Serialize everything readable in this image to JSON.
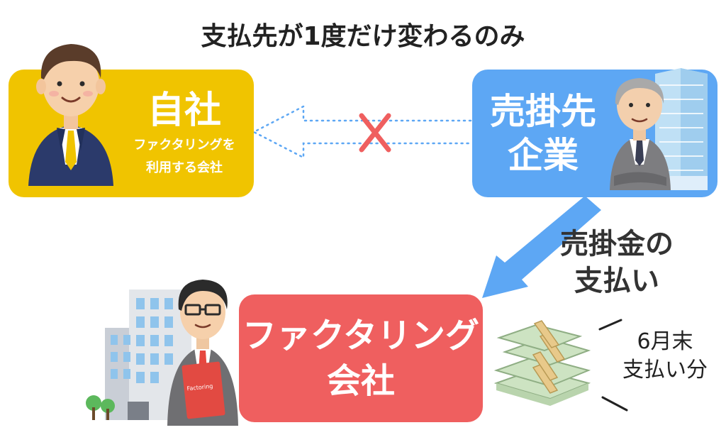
{
  "title": "支払先が1度だけ変わるのみ",
  "self": {
    "name": "自社",
    "sub": [
      "ファクタリングを",
      "利用する会社"
    ]
  },
  "buyer": {
    "lines": [
      "売掛先",
      "企業"
    ]
  },
  "factoring": {
    "lines": [
      "ファクタリング",
      "会社"
    ]
  },
  "payment_label": [
    "売掛金の",
    "支払い"
  ],
  "june_label": [
    "6月末",
    "支払い分"
  ],
  "folder_text": "Factoring",
  "colors": {
    "self": "#f0c400",
    "buyer": "#5da7f4",
    "factoring": "#ef5f5f",
    "arrow": "#5da7f4",
    "cross": "#ef5f5f"
  },
  "icons": [
    "businessman-icon",
    "senior-businessman-icon",
    "office-building-icon",
    "glasses-businessman-icon",
    "money-stack-icon"
  ]
}
